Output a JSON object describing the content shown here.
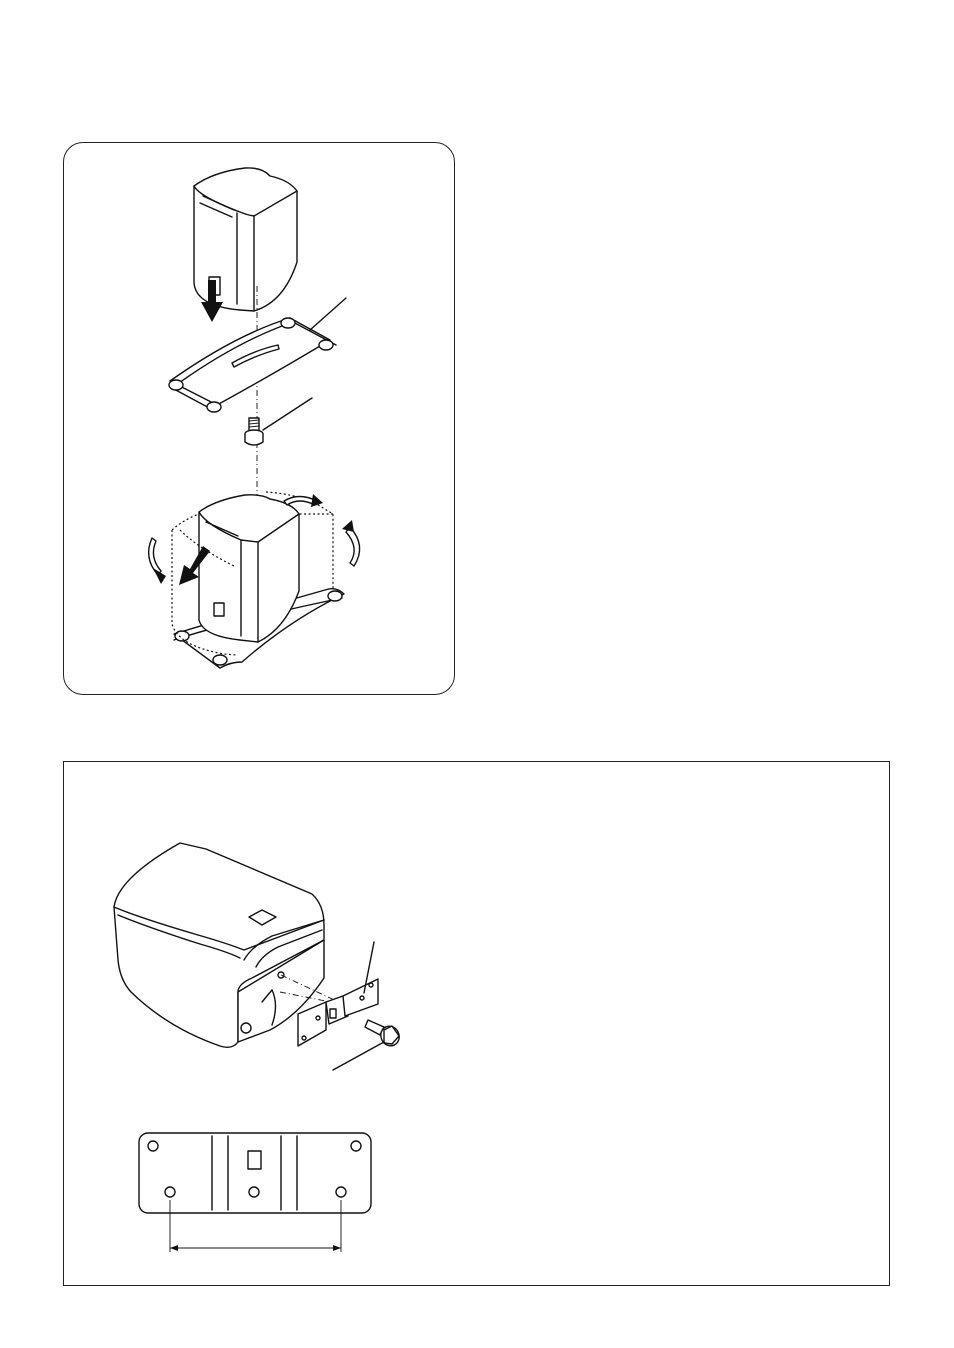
{
  "figures": {
    "top_panel": {
      "step1": {
        "parts": [
          "speaker",
          "stand",
          "screw"
        ],
        "arrow": "downward-arrow"
      },
      "step2": {
        "parts": [
          "speaker-on-stand"
        ],
        "arrows": [
          "forward-arrow",
          "swivel-arrow-left",
          "swivel-arrow-right",
          "swivel-arrow-top"
        ]
      }
    },
    "bottom_panel": {
      "step1": {
        "parts": [
          "speaker-rear",
          "wall-bracket",
          "bracket-screw"
        ]
      },
      "step2": {
        "parts": [
          "bracket-plate",
          "hole-spacing-dimension"
        ]
      }
    }
  }
}
